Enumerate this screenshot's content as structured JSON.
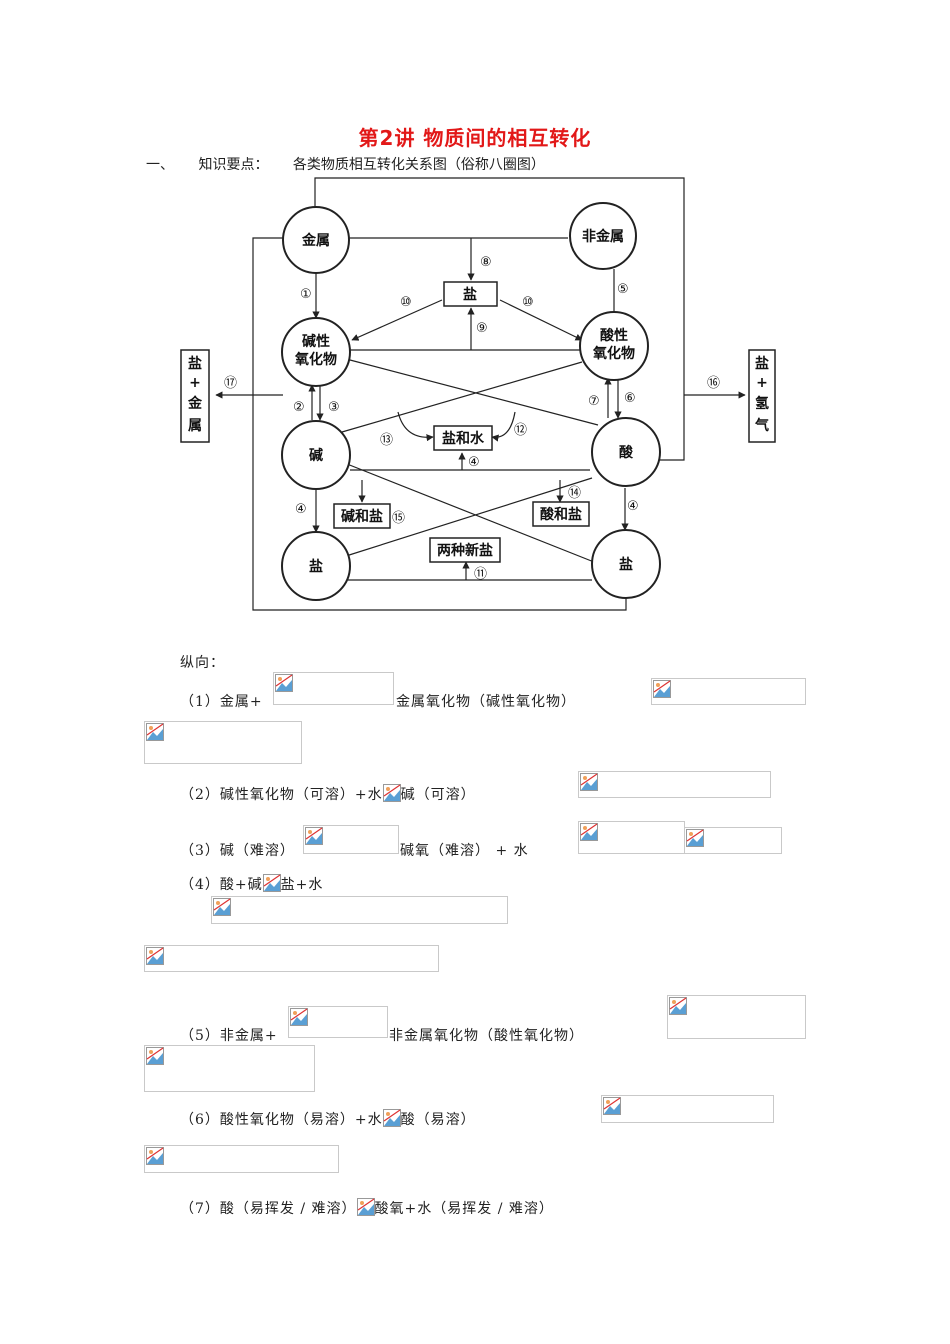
{
  "title": "第2讲    物质间的相互转化",
  "intro": {
    "index": "一、",
    "heading": "知识要点：",
    "text": "各类物质相互转化关系图（俗称八圈图）"
  },
  "diagram": {
    "nodes": {
      "metal": "金属",
      "nonmetal": "非金属",
      "basic_oxide_1": "碱性",
      "basic_oxide_2": "氧化物",
      "acidic_oxide_1": "酸性",
      "acidic_oxide_2": "氧化物",
      "base": "碱",
      "acid": "酸",
      "salt_left": "盐",
      "salt_right": "盐",
      "salt_top": "盐",
      "salt_water": "盐和水",
      "base_salt": "碱和盐",
      "acid_salt": "酸和盐",
      "two_salts": "两种新盐",
      "salt_metal": [
        "盐",
        "+",
        "金",
        "属"
      ],
      "salt_hydrogen": [
        "盐",
        "+",
        "氢",
        "气"
      ]
    },
    "numbers": {
      "n1": "①",
      "n2": "②",
      "n3": "③",
      "n4a": "④",
      "n4b": "④",
      "n4c": "④",
      "n5": "⑤",
      "n6": "⑥",
      "n7": "⑦",
      "n8": "⑧",
      "n9": "⑨",
      "n10a": "⑩",
      "n10b": "⑩",
      "n11": "⑪",
      "n12": "⑫",
      "n13": "⑬",
      "n14": "⑭",
      "n15": "⑮",
      "n16": "⑯",
      "n17": "⑰"
    }
  },
  "section_label": "纵向：",
  "items": {
    "i1a": "（1）金属+",
    "i1b": "金属氧化物（碱性氧化物）",
    "i2": "（2）碱性氧化物（可溶）+水",
    "i2b": "碱（可溶）",
    "i3a": "（3）碱（难溶）",
    "i3b": "碱氧（难溶） + 水",
    "i4a": "（4）酸+碱",
    "i4b": "盐+水",
    "i5a": "（5）非金属+",
    "i5b": "非金属氧化物（酸性氧化物）",
    "i6a": "（6）酸性氧化物（易溶）+水",
    "i6b": "酸（易溶）",
    "i7a": "（7）酸（易挥发 / 难溶）",
    "i7b": "酸氧+水（易挥发 / 难溶）"
  },
  "colors": {
    "title": "#e21818",
    "line": "#222222",
    "placeholder_border": "#c9c9c9"
  },
  "icons": [
    "broken-image-icon"
  ]
}
